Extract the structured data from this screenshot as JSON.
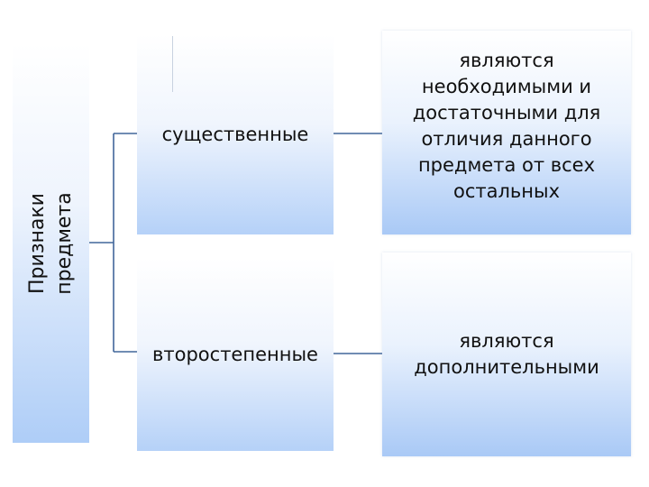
{
  "diagram": {
    "root": {
      "lines": [
        "Признаки",
        "предмета"
      ]
    },
    "categories": [
      {
        "label": "существенные",
        "description": [
          "являются",
          "необходимыми и",
          "достаточными для",
          "отличия данного",
          "предмета от всех",
          "остальных"
        ]
      },
      {
        "label": "второстепенные",
        "description": [
          "являются",
          "дополнительными"
        ]
      }
    ]
  },
  "colors": {
    "connector": "#41669a",
    "box_gradient_bottom": "#aecdf7"
  }
}
